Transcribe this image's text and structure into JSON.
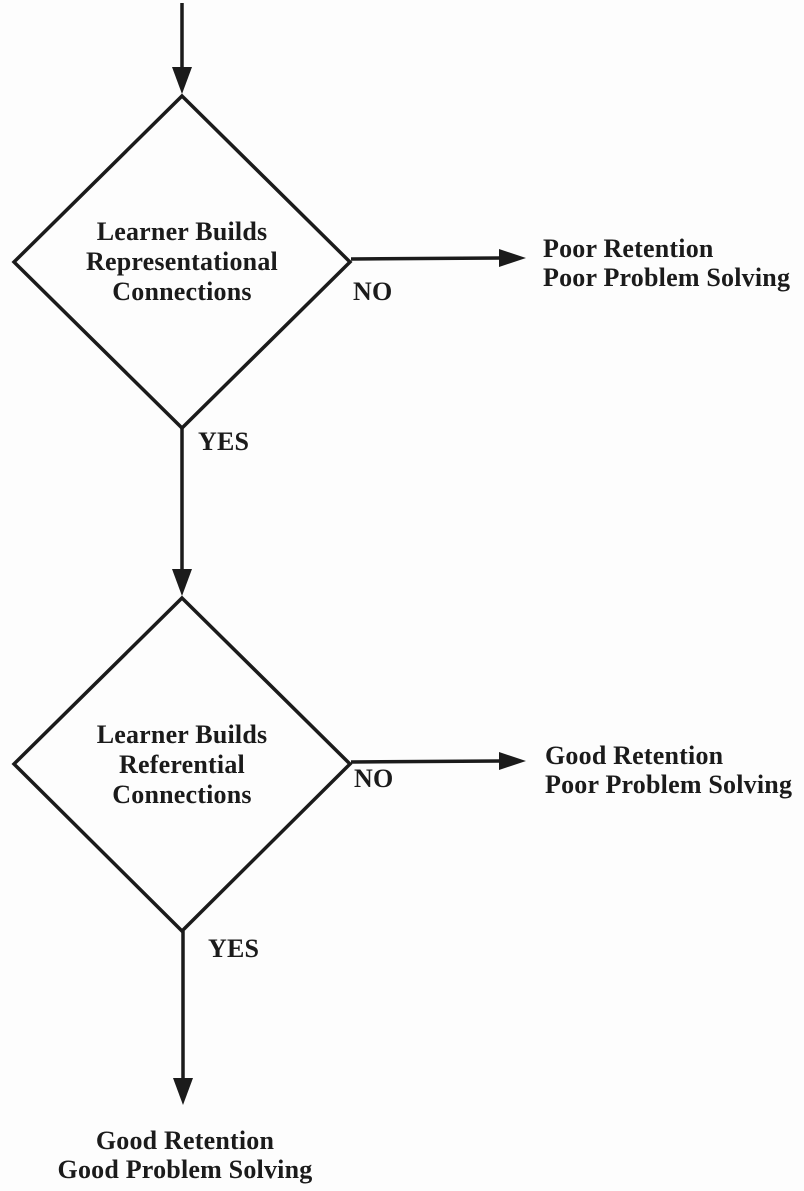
{
  "flowchart": {
    "description": "Decision flowchart with two diamond decision nodes and three outcome texts",
    "colors": {
      "ink": "#1b1b1b",
      "background": "#fdfdfd"
    },
    "decision1": {
      "lines": [
        "Learner Builds",
        "Representational",
        "Connections"
      ],
      "no_label": "NO",
      "yes_label": "YES"
    },
    "outcome1": {
      "lines": [
        "Poor Retention",
        "Poor Problem Solving"
      ]
    },
    "decision2": {
      "lines": [
        "Learner Builds",
        "Referential",
        "Connections"
      ],
      "no_label": "NO",
      "yes_label": "YES"
    },
    "outcome2": {
      "lines": [
        "Good Retention",
        "Poor Problem Solving"
      ]
    },
    "outcome3": {
      "lines": [
        "Good Retention",
        "Good Problem Solving"
      ]
    }
  }
}
